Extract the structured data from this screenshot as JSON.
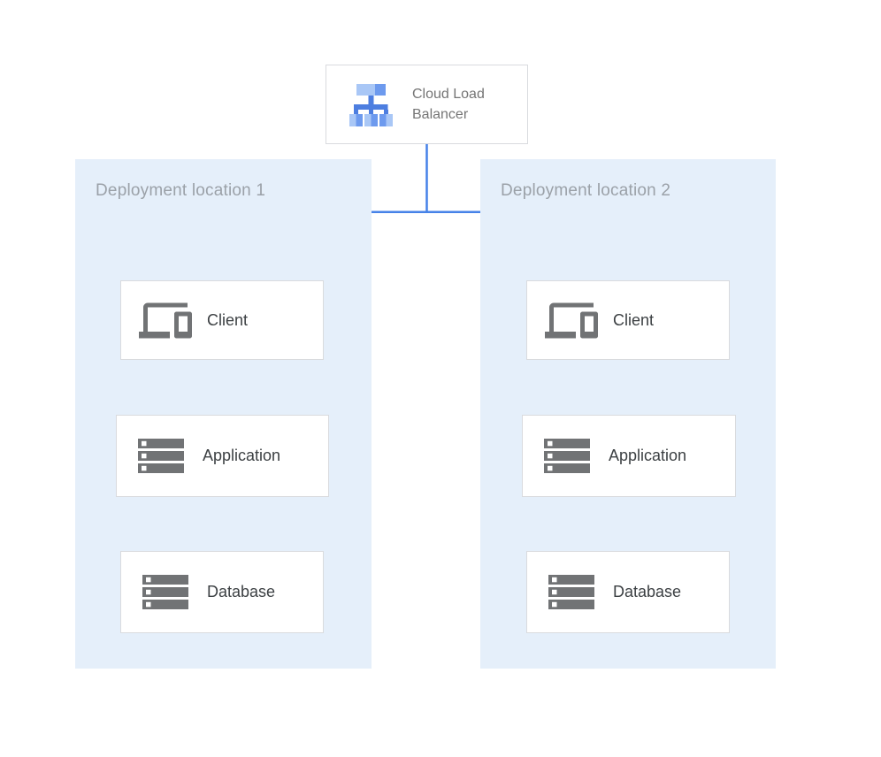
{
  "diagram": {
    "load_balancer": {
      "label": "Cloud Load Balancer",
      "icon": "load-balancer-icon"
    },
    "zones": [
      {
        "label": "Deployment location 1",
        "nodes": [
          {
            "label": "Client",
            "icon": "devices-icon"
          },
          {
            "label": "Application",
            "icon": "server-stack-icon"
          },
          {
            "label": "Database",
            "icon": "server-stack-icon"
          }
        ]
      },
      {
        "label": "Deployment location 2",
        "nodes": [
          {
            "label": "Client",
            "icon": "devices-icon"
          },
          {
            "label": "Application",
            "icon": "server-stack-icon"
          },
          {
            "label": "Database",
            "icon": "server-stack-icon"
          }
        ]
      }
    ],
    "colors": {
      "canvas_bg": "#ffffff",
      "zone_bg": "#e5effa",
      "connector": "#4682e8",
      "box_border": "#d9dbde",
      "box_bg": "#ffffff",
      "zone_label_text": "#9ba1a8",
      "node_label_text": "#3c4043",
      "lb_label_text": "#757575",
      "icon_gray": "#717375",
      "icon_blue_light": "#a9c7f6",
      "icon_blue_mid": "#6d9aee",
      "icon_blue_deep": "#4d7ee0"
    }
  }
}
